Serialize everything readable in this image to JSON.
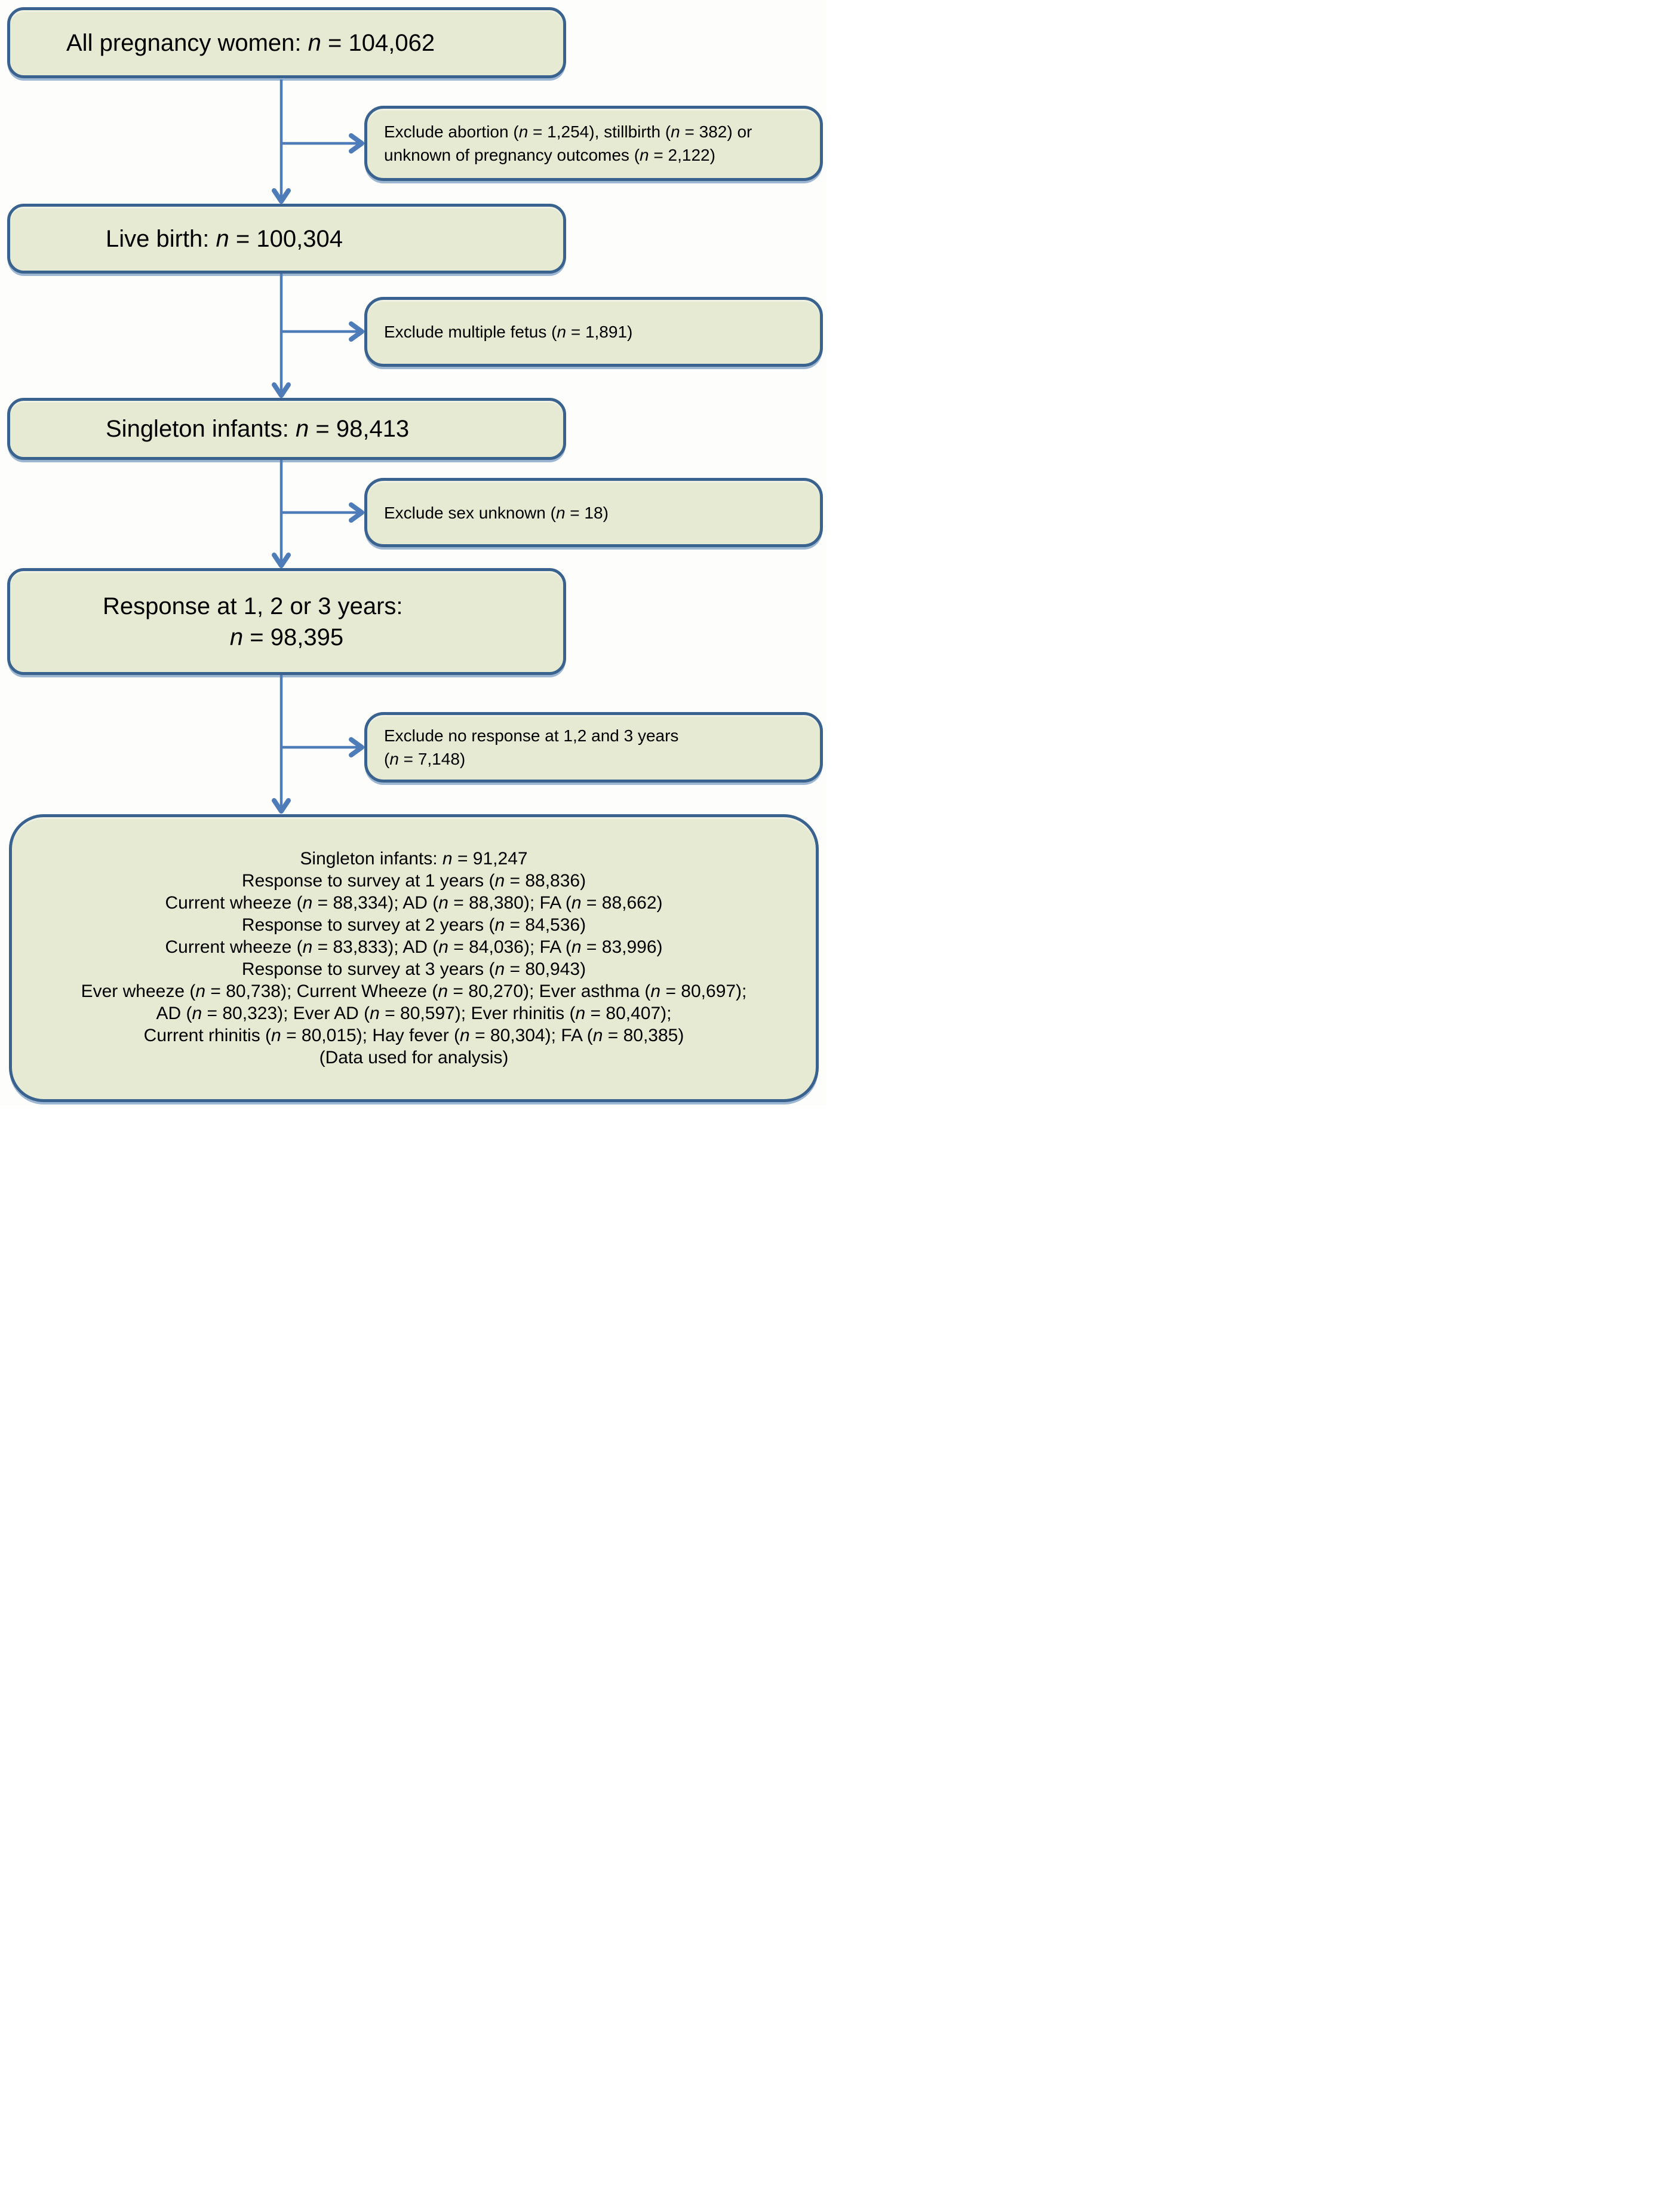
{
  "colors": {
    "box_fill": "#e6ead3",
    "box_border": "#3a628f",
    "arrow": "#4d7cb8",
    "text": "#000000",
    "background": "#ffffff"
  },
  "flow": {
    "main_boxes": [
      {
        "name": "all-pregnancy-women",
        "lines": [
          "All pregnancy women: n = 104,062"
        ]
      },
      {
        "name": "live-birth",
        "lines": [
          "Live birth: n = 100,304"
        ]
      },
      {
        "name": "singleton-infants",
        "lines": [
          "Singleton infants: n = 98,413"
        ]
      },
      {
        "name": "response-at-1-2-3-years",
        "lines": [
          "Response at 1, 2 or 3 years:",
          "n = 98,395"
        ]
      },
      {
        "name": "final-analysis-population",
        "lines": [
          "Singleton infants: n = 91,247",
          "Response to survey at 1 years (n = 88,836)",
          "Current wheeze (n = 88,334); AD (n = 88,380); FA (n = 88,662)",
          "Response to survey at 2 years (n = 84,536)",
          "Current wheeze (n = 83,833); AD (n = 84,036); FA (n = 83,996)",
          "Response to survey at 3 years (n = 80,943)",
          "Ever wheeze (n = 80,738); Current Wheeze (n = 80,270); Ever asthma (n = 80,697);",
          "AD (n = 80,323); Ever AD (n = 80,597); Ever rhinitis (n = 80,407);",
          "Current rhinitis (n = 80,015); Hay fever (n = 80,304); FA (n = 80,385)",
          "(Data used for analysis)"
        ]
      }
    ],
    "exclusion_boxes": [
      {
        "name": "exclude-pregnancy-outcomes",
        "lines": [
          "Exclude abortion (n = 1,254), stillbirth (n = 382) or",
          "unknown of pregnancy outcomes (n = 2,122)"
        ]
      },
      {
        "name": "exclude-multiple-fetus",
        "lines": [
          "Exclude multiple fetus (n = 1,891)"
        ]
      },
      {
        "name": "exclude-sex-unknown",
        "lines": [
          "Exclude sex unknown (n = 18)"
        ]
      },
      {
        "name": "exclude-no-response",
        "lines": [
          "Exclude no response at 1,2 and 3 years",
          "(n = 7,148)"
        ]
      }
    ]
  }
}
